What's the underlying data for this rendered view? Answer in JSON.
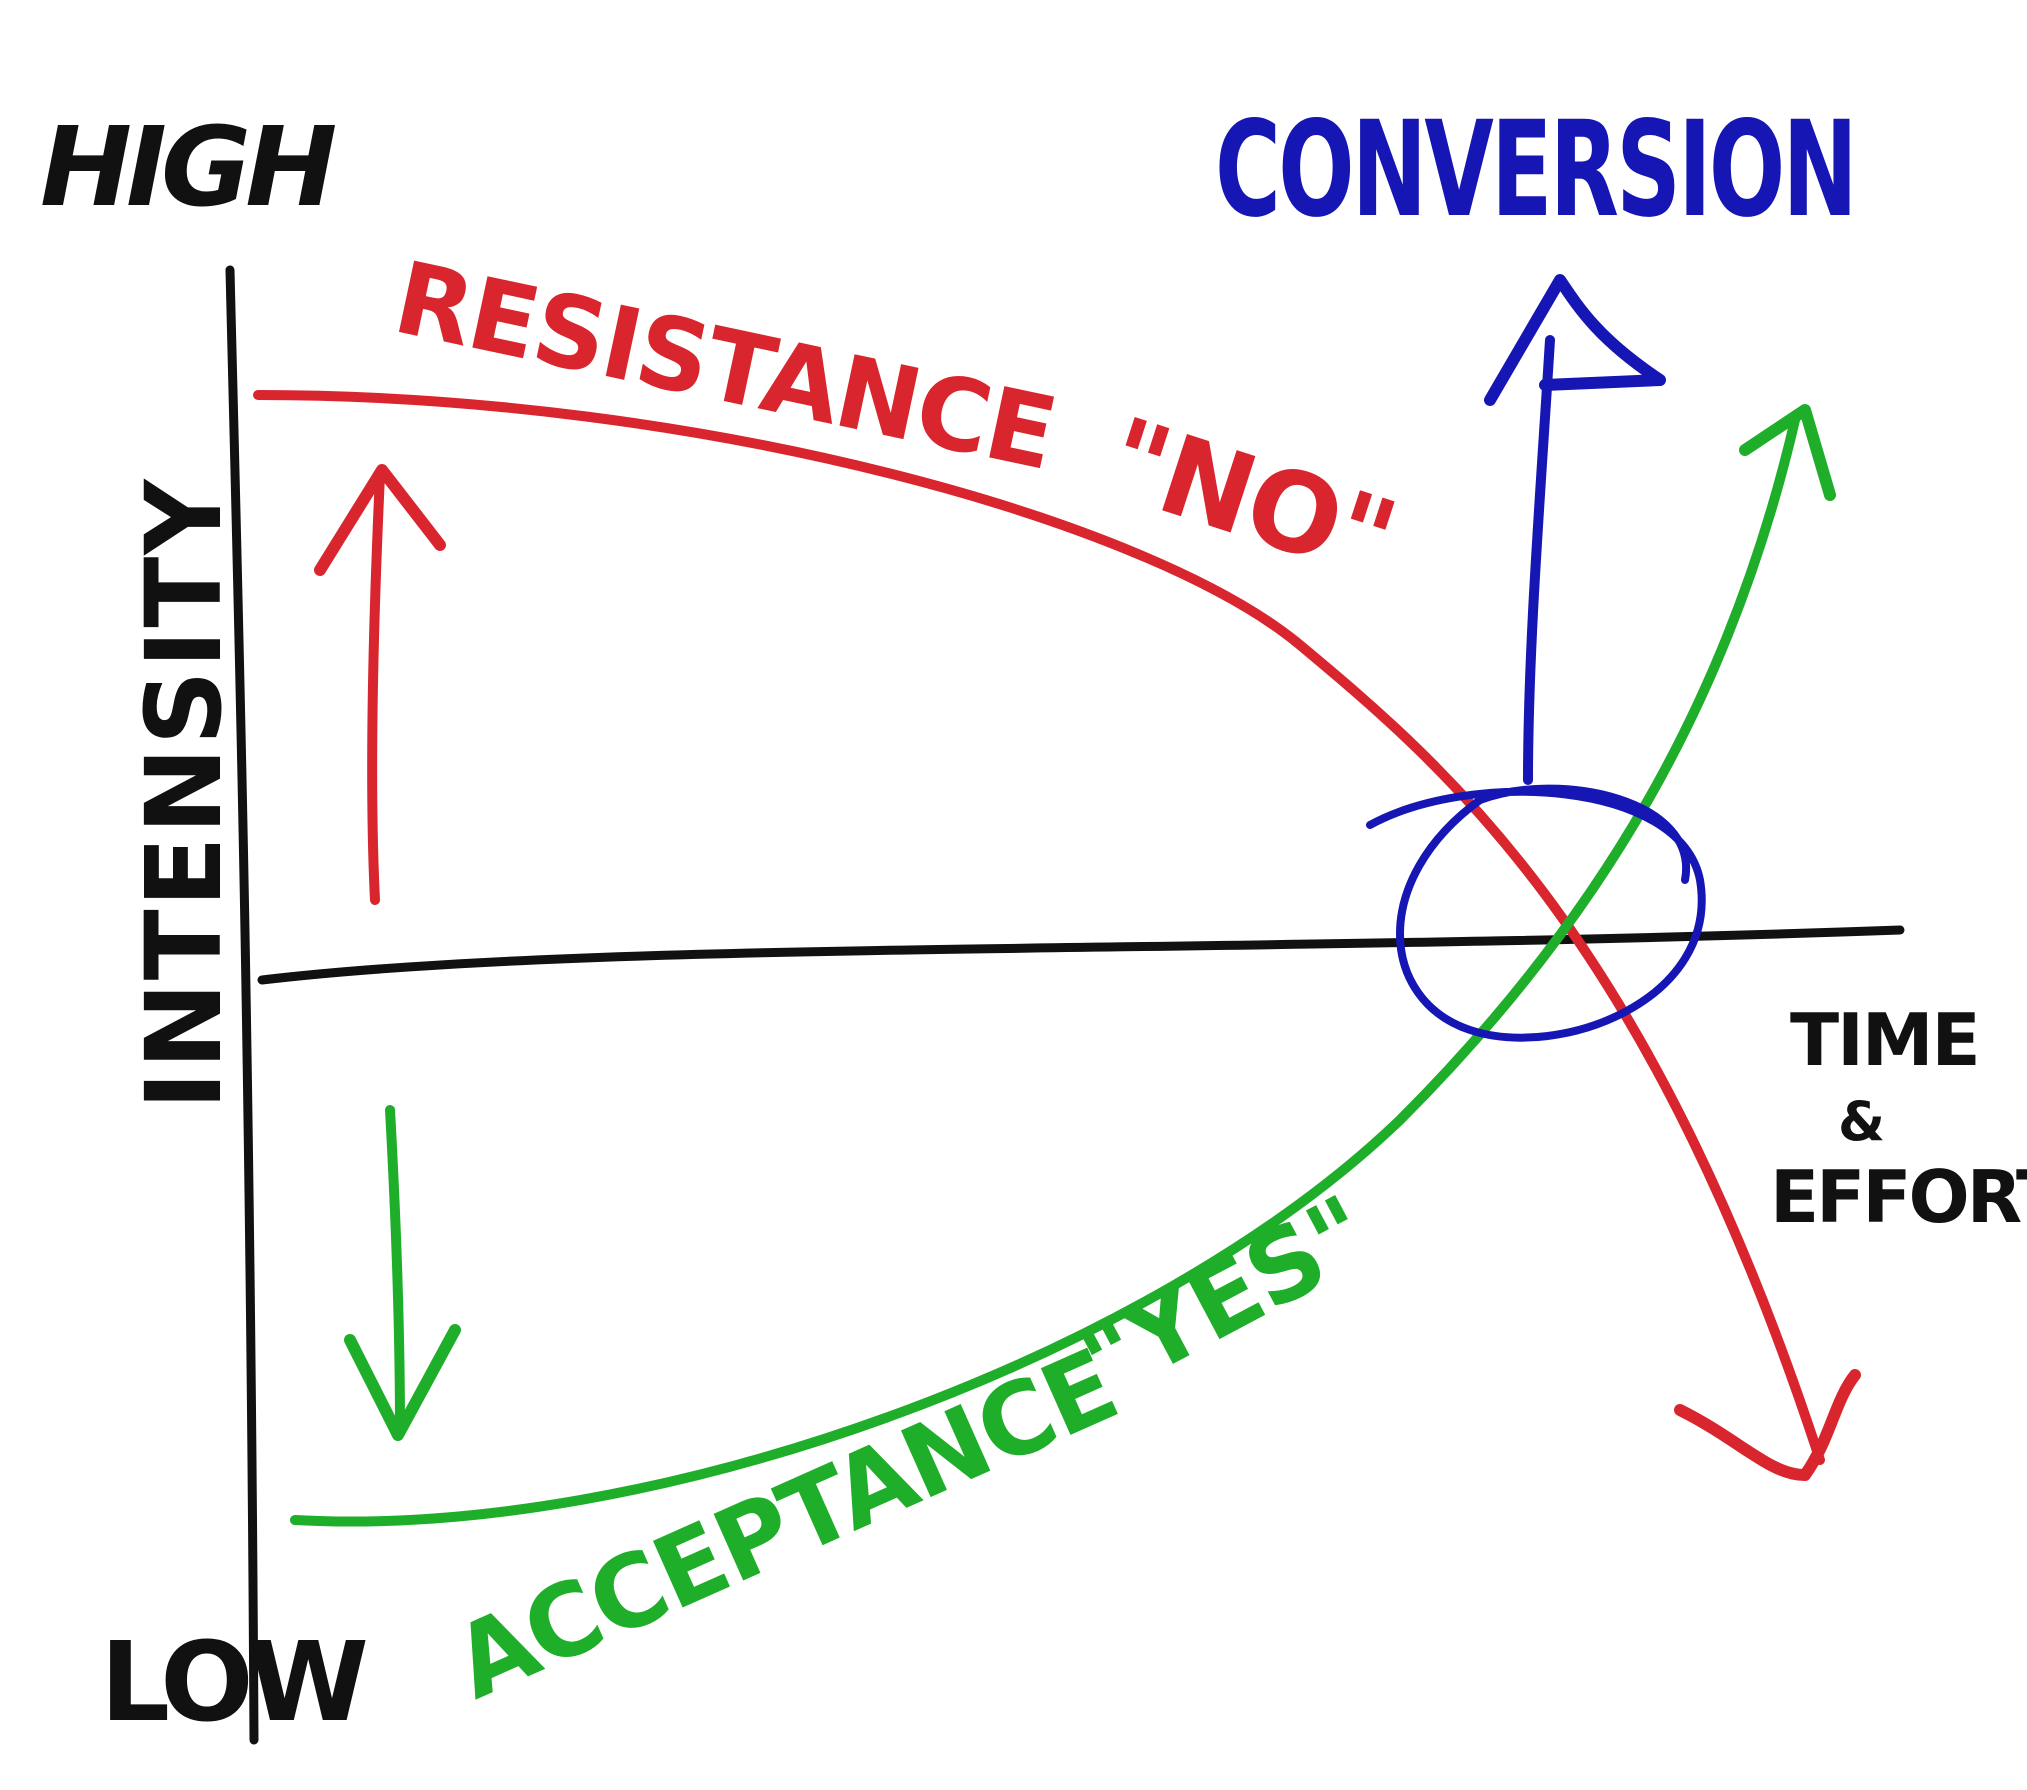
{
  "labels": {
    "high": "HIGH",
    "low": "LOW",
    "intensity": "INTENSITY",
    "time_effort_line1": "TIME",
    "time_effort_line2": "&",
    "time_effort_line3": "EFFORT",
    "conversion": "CONVERSION",
    "resistance_word": "RESISTANCE",
    "resistance_quote": "\"NO\"",
    "acceptance_word": "ACCEPTANCE",
    "acceptance_quote": "\"YES\""
  },
  "colors": {
    "axis": "#111111",
    "resistance": "#d9262e",
    "acceptance": "#1fae2a",
    "conversion": "#1616b4"
  }
}
